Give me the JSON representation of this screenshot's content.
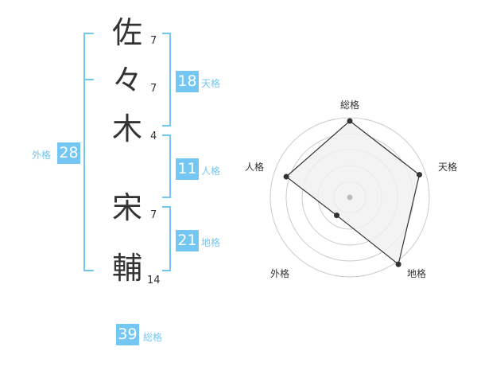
{
  "characters": [
    {
      "char": "佐",
      "strokes": "7"
    },
    {
      "char": "々",
      "strokes": "7"
    },
    {
      "char": "木",
      "strokes": "4"
    },
    {
      "char": "宋",
      "strokes": "7"
    },
    {
      "char": "輔",
      "strokes": "14"
    }
  ],
  "groups": {
    "tenkaku": {
      "label": "天格",
      "value": "18"
    },
    "jinkaku": {
      "label": "人格",
      "value": "11"
    },
    "chikaku": {
      "label": "地格",
      "value": "21"
    },
    "gaikaku": {
      "label": "外格",
      "value": "28"
    },
    "soukaku": {
      "label": "総格",
      "value": "39"
    }
  },
  "radar": {
    "labels": [
      "総格",
      "天格",
      "地格",
      "外格",
      "人格"
    ],
    "values": [
      0.96,
      0.92,
      1.04,
      0.28,
      0.84
    ],
    "colors": {
      "ring": "#cccccc",
      "fill": "#f0f0f0",
      "line": "#333333",
      "dot": "#333333",
      "center": "#bbbbbb"
    }
  },
  "colors": {
    "accent": "#74c7f2"
  }
}
